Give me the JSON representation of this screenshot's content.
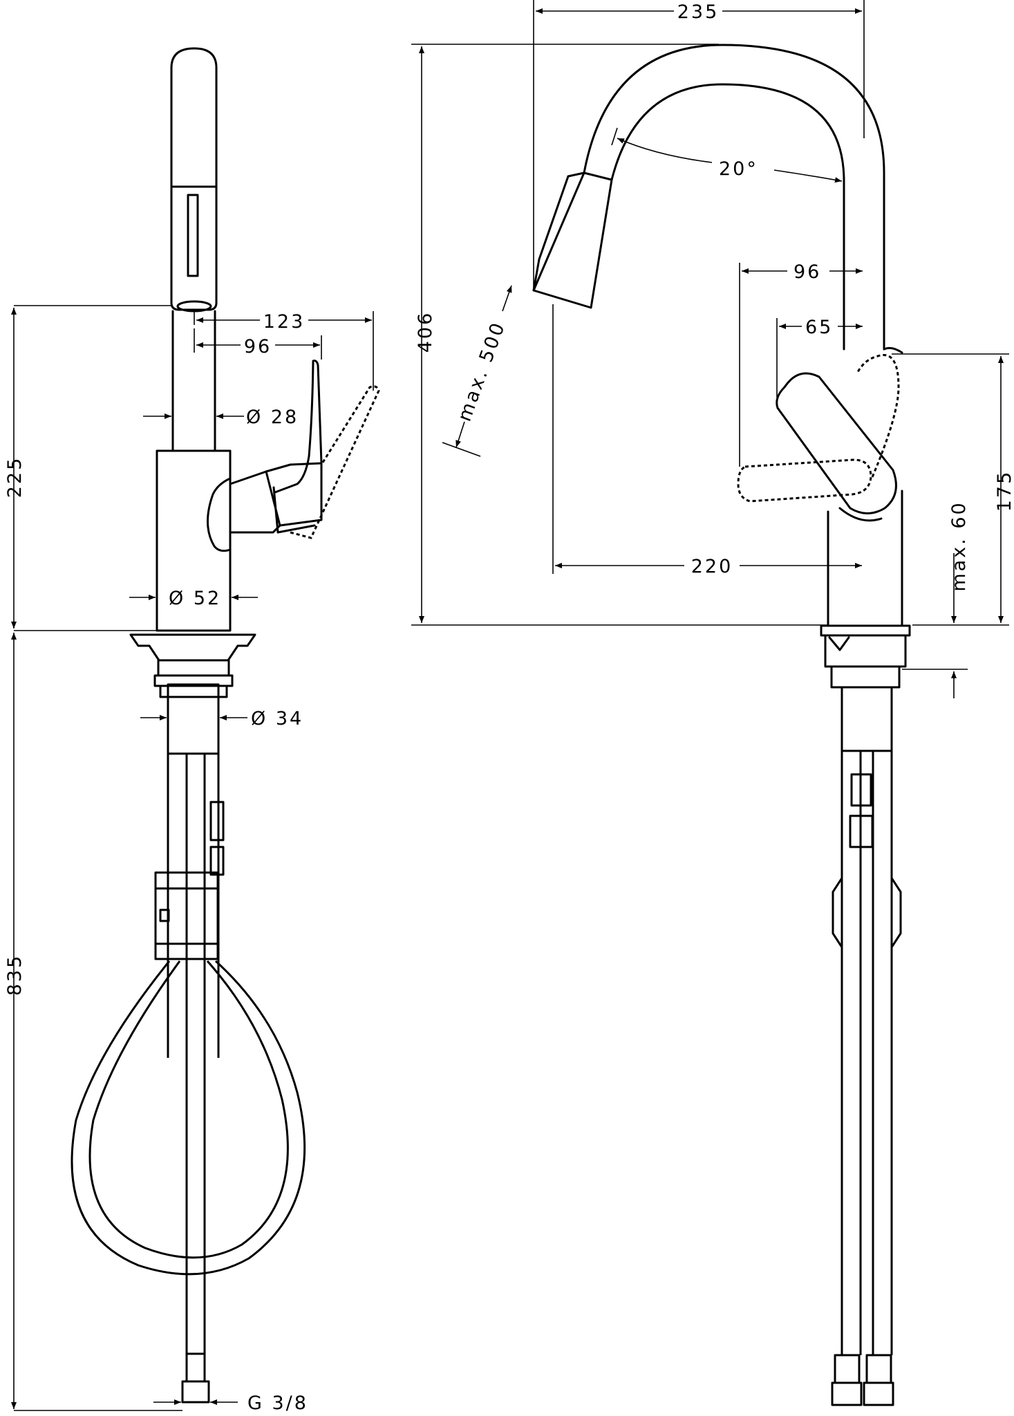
{
  "dimensions": {
    "left_view": {
      "d_123": "123",
      "d_96": "96",
      "dia_28": "Ø 28",
      "dia_52": "Ø 52",
      "dia_34": "Ø 34",
      "d_225": "225",
      "d_835": "835",
      "thread": "G 3/8"
    },
    "right_view": {
      "d_235": "235",
      "d_406": "406",
      "angle": "20°",
      "d_96": "96",
      "d_65": "65",
      "max_500": "max. 500",
      "d_220": "220",
      "max_60": "max. 60",
      "d_175": "175"
    }
  }
}
